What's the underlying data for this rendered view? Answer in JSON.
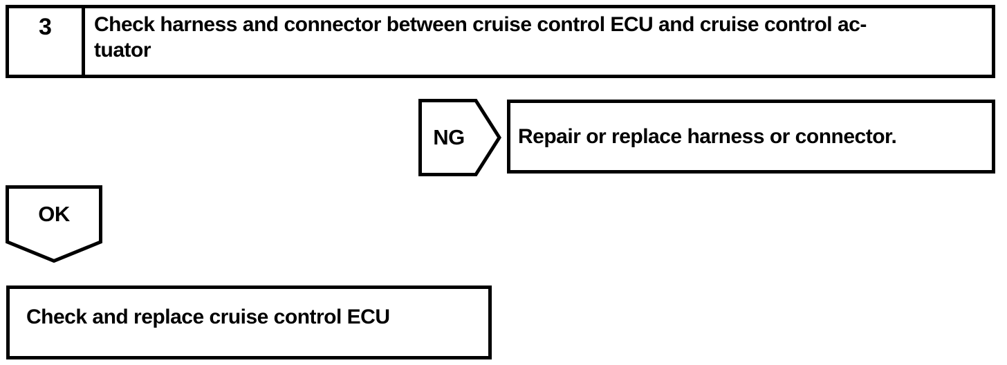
{
  "colors": {
    "ink": "#000000",
    "paper": "#ffffff"
  },
  "flowchart": {
    "step": {
      "number": "3",
      "title_line1": "Check harness and connector between cruise control ECU and cruise control ac-",
      "title_line2": "tuator"
    },
    "ng_branch": {
      "label": "NG",
      "action": "Repair or replace harness or connector."
    },
    "ok_branch": {
      "label": "OK",
      "action": "Check and replace cruise control ECU"
    }
  }
}
